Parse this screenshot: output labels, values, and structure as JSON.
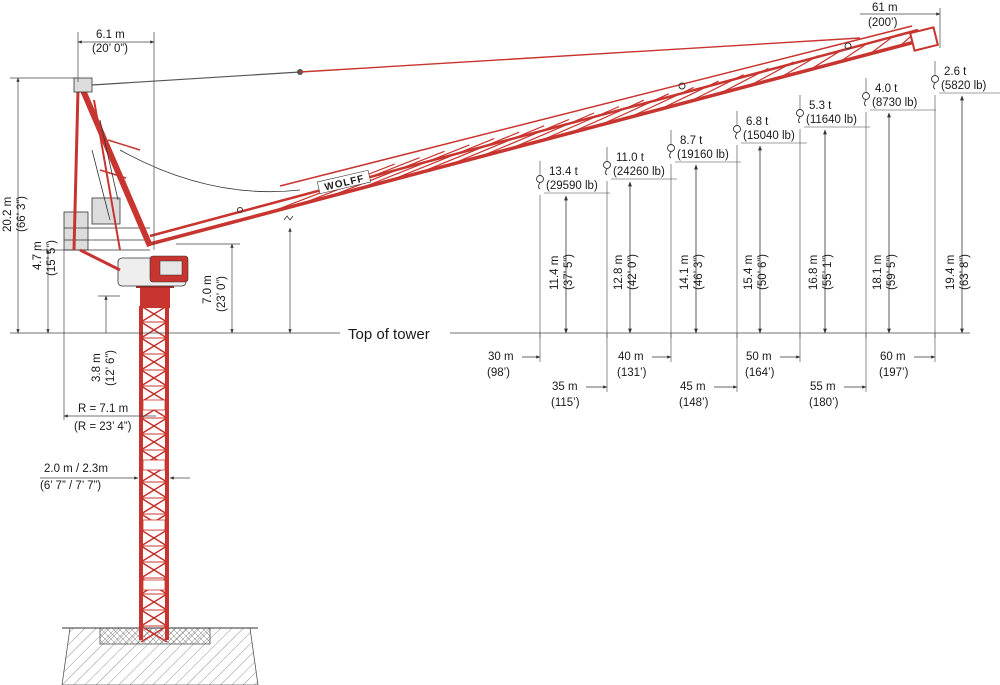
{
  "labels": {
    "top_of_tower": "Top of tower",
    "logo": "WOLFF",
    "counter_jib_m": "6.1 m",
    "counter_jib_ft": "(20’ 0”)",
    "jib_len_m": "61 m",
    "jib_len_ft": "(200’)",
    "height_total_m": "20.2 m",
    "height_total_ft": "(66’ 3”)",
    "height_cab_m": "4.7 m",
    "height_cab_ft": "(15’ 5”)",
    "height_pivot_m": "7.0 m",
    "height_pivot_ft": "(23’ 0”)",
    "below_top_m": "3.8 m",
    "below_top_ft": "(12’ 6”)",
    "radius_m": "R = 7.1 m",
    "radius_ft": "(R = 23’ 4”)",
    "tower_w_m": "2.0 m / 2.3m",
    "tower_w_ft": "(6’ 7” / 7’ 7”)"
  },
  "loads": [
    {
      "t": "13.4 t",
      "lb": "(29590 lb)"
    },
    {
      "t": "11.0 t",
      "lb": "(24260 lb)"
    },
    {
      "t": "8.7 t",
      "lb": "(19160 lb)"
    },
    {
      "t": "6.8 t",
      "lb": "(15040 lb)"
    },
    {
      "t": "5.3 t",
      "lb": "(11640 lb)"
    },
    {
      "t": "4.0 t",
      "lb": "(8730 lb)"
    },
    {
      "t": "2.6 t",
      "lb": "(5820 lb)"
    }
  ],
  "heights": [
    {
      "m": "11.4 m",
      "ft": "(37’ 5”)"
    },
    {
      "m": "12.8 m",
      "ft": "(42’ 0”)"
    },
    {
      "m": "14.1 m",
      "ft": "(46’ 3”)"
    },
    {
      "m": "15.4 m",
      "ft": "(50’ 6”)"
    },
    {
      "m": "16.8 m",
      "ft": "(55’ 1”)"
    },
    {
      "m": "18.1 m",
      "ft": "(59’ 5”)"
    },
    {
      "m": "19.4 m",
      "ft": "(63’ 8”)"
    }
  ],
  "radii": [
    {
      "m": "30 m",
      "ft": "(98’)"
    },
    {
      "m": "35 m",
      "ft": "(115’)"
    },
    {
      "m": "40 m",
      "ft": "(131’)"
    },
    {
      "m": "45 m",
      "ft": "(148’)"
    },
    {
      "m": "50 m",
      "ft": "(164’)"
    },
    {
      "m": "55 m",
      "ft": "(180’)"
    },
    {
      "m": "60 m",
      "ft": "(197’)"
    }
  ]
}
